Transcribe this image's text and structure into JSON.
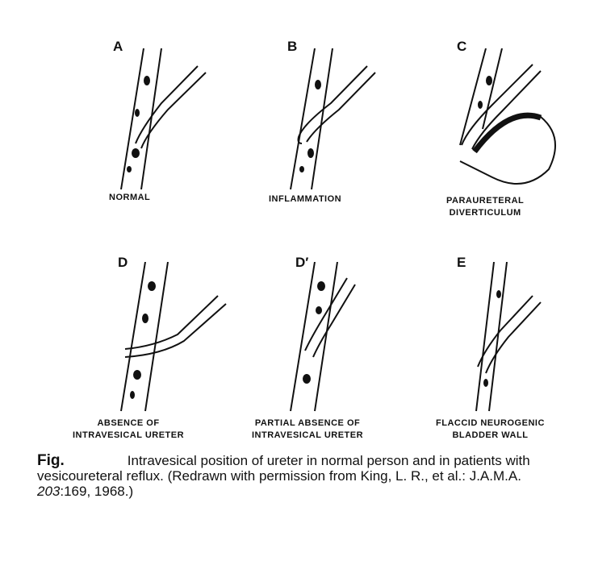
{
  "panels": [
    {
      "letter": "A",
      "label": [
        "NORMAL"
      ]
    },
    {
      "letter": "B",
      "label": [
        "INFLAMMATION"
      ]
    },
    {
      "letter": "C",
      "label": [
        "PARAURETERAL",
        "DIVERTICULUM"
      ]
    },
    {
      "letter": "D",
      "label": [
        "ABSENCE OF",
        "INTRAVESICAL URETER"
      ]
    },
    {
      "letter": "D′",
      "label": [
        "PARTIAL ABSENCE OF",
        "INTRAVESICAL URETER"
      ]
    },
    {
      "letter": "E",
      "label": [
        "FLACCID NEUROGENIC",
        "BLADDER WALL"
      ]
    }
  ],
  "caption": {
    "prefix": "Fig.",
    "text": "Intravesical position of ureter in normal person and in patients with vesicoureteral reflux. (Redrawn with permission from King, L. R., et al.: J.A.M.A. ",
    "volume": "203",
    "ref": ":169, 1968.)"
  }
}
